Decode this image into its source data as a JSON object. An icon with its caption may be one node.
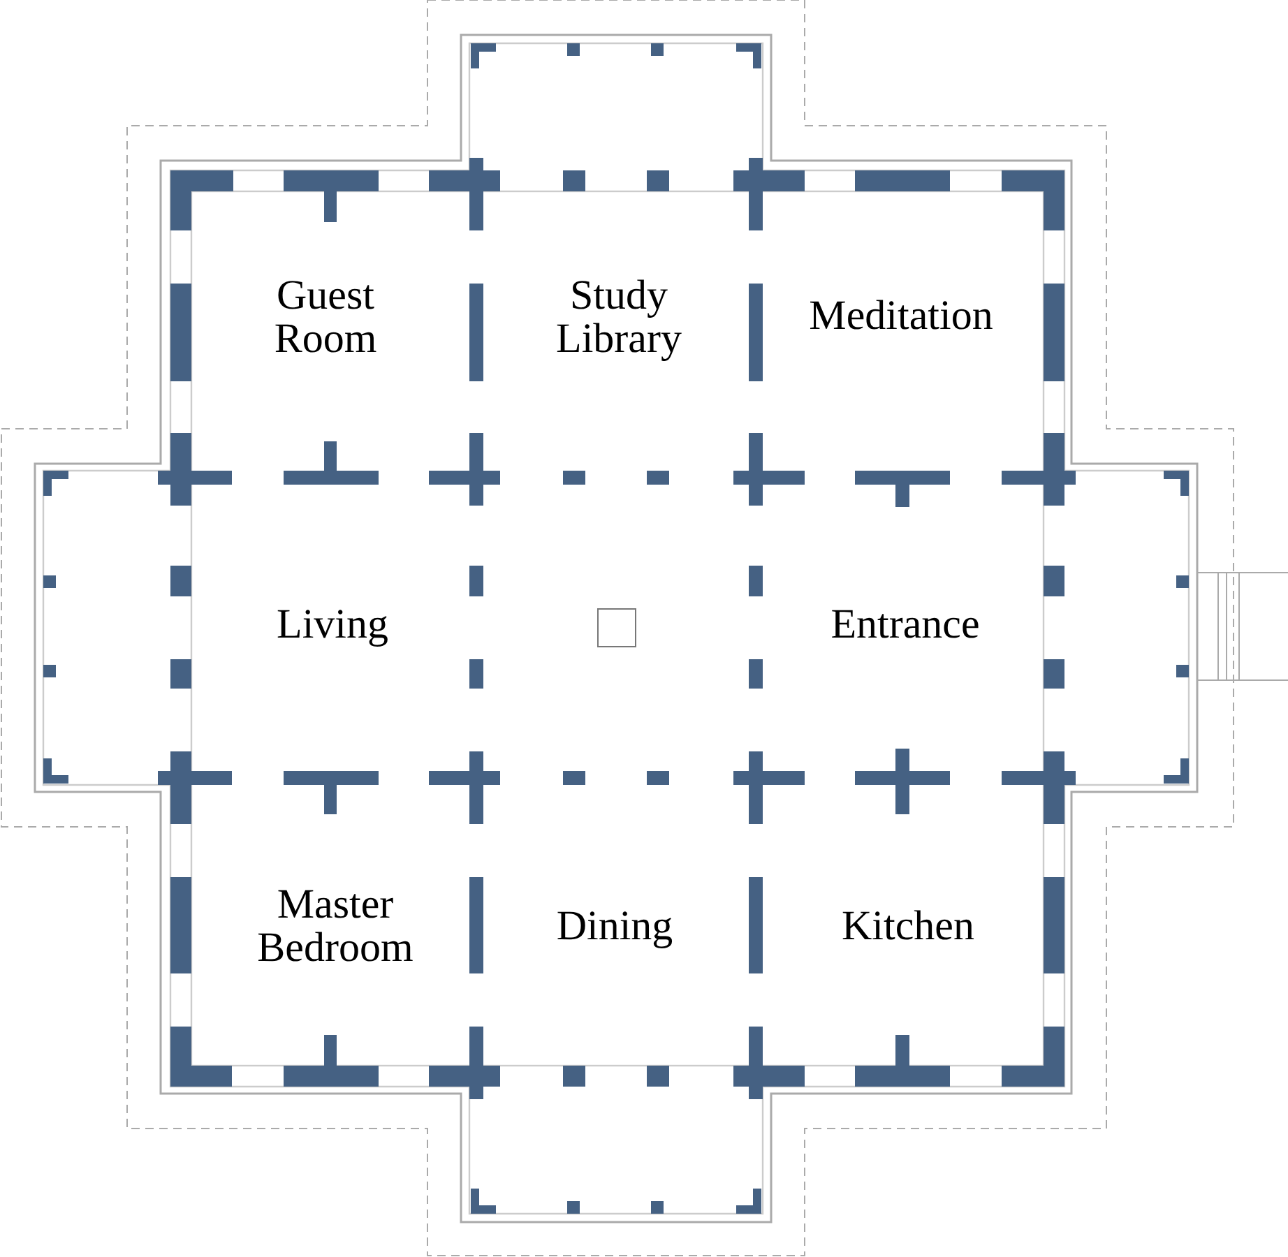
{
  "diagram": {
    "labels": [
      "Guest Room",
      "Study Library",
      "Meditation",
      "Living",
      "Entrance",
      "Master Bedroom",
      "Dining",
      "Kitchen"
    ]
  }
}
